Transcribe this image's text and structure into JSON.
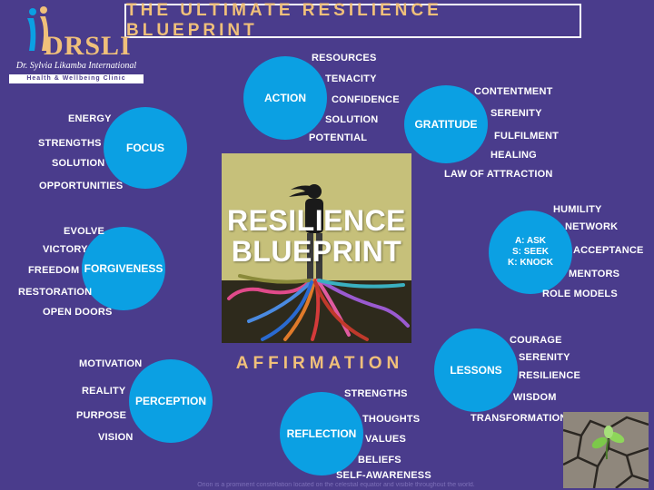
{
  "title": "THE ULTIMATE RESILIENCE BLUEPRINT",
  "logo": {
    "brand": "DRSLI",
    "name": "Dr. Sylvia Likamba International",
    "tagline": "Health & Wellbeing Clinic"
  },
  "center": {
    "line1": "RESILIENCE",
    "line2": "BLUEPRINT",
    "caption": "AFFIRMATION"
  },
  "nodes": {
    "action": {
      "label": "ACTION",
      "words": [
        "RESOURCES",
        "TENACITY",
        "CONFIDENCE",
        "SOLUTION",
        "POTENTIAL"
      ]
    },
    "gratitude": {
      "label": "GRATITUDE",
      "words": [
        "CONTENTMENT",
        "SERENITY",
        "FULFILMENT",
        "HEALING",
        "LAW OF ATTRACTION"
      ]
    },
    "focus": {
      "label": "FOCUS",
      "words": [
        "ENERGY",
        "STRENGTHS",
        "SOLUTION",
        "OPPORTUNITIES"
      ]
    },
    "forgiveness": {
      "label": "FORGIVENESS",
      "words": [
        "EVOLVE",
        "VICTORY",
        "FREEDOM",
        "RESTORATION",
        "OPEN DOORS"
      ]
    },
    "ask": {
      "lines": [
        "A: ASK",
        "S: SEEK",
        "K: KNOCK"
      ],
      "words": [
        "HUMILITY",
        "NETWORK",
        "ACCEPTANCE",
        "MENTORS",
        "ROLE MODELS"
      ]
    },
    "lessons": {
      "label": "LESSONS",
      "words": [
        "COURAGE",
        "SERENITY",
        "RESILIENCE",
        "WISDOM",
        "TRANSFORMATION"
      ]
    },
    "perception": {
      "label": "PERCEPTION",
      "words": [
        "MOTIVATION",
        "REALITY",
        "PURPOSE",
        "VISION"
      ]
    },
    "reflection": {
      "label": "REFLECTION",
      "words": [
        "STRENGTHS",
        "THOUGHTS",
        "VALUES",
        "BELIEFS",
        "SELF-AWARENESS"
      ]
    }
  },
  "footer_note": "Orion is a prominent constellation located on the celestial equator and visible throughout the world.",
  "colors": {
    "background": "#4a3c8c",
    "circle": "#0ba0e3",
    "accent": "#f0c07a",
    "text": "#ffffff"
  }
}
